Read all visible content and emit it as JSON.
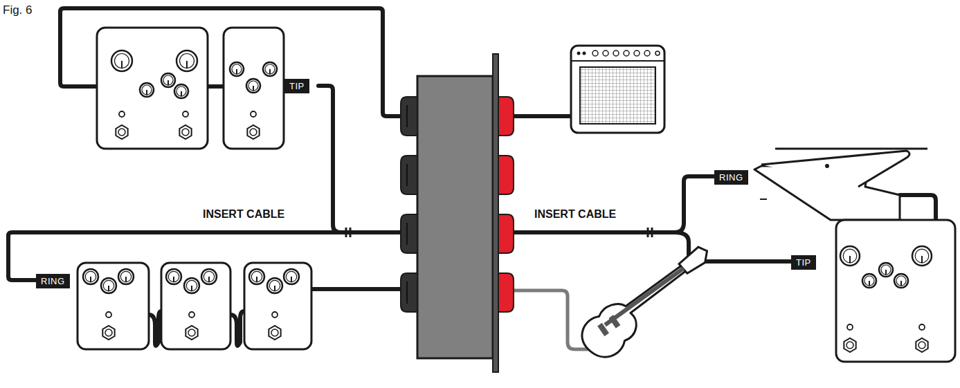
{
  "diagram": {
    "labels": [
      "Fig. 6",
      "TIP",
      "RING",
      "INSERT CABLE",
      "INSERT CABLE",
      "RING",
      "TIP"
    ]
  }
}
